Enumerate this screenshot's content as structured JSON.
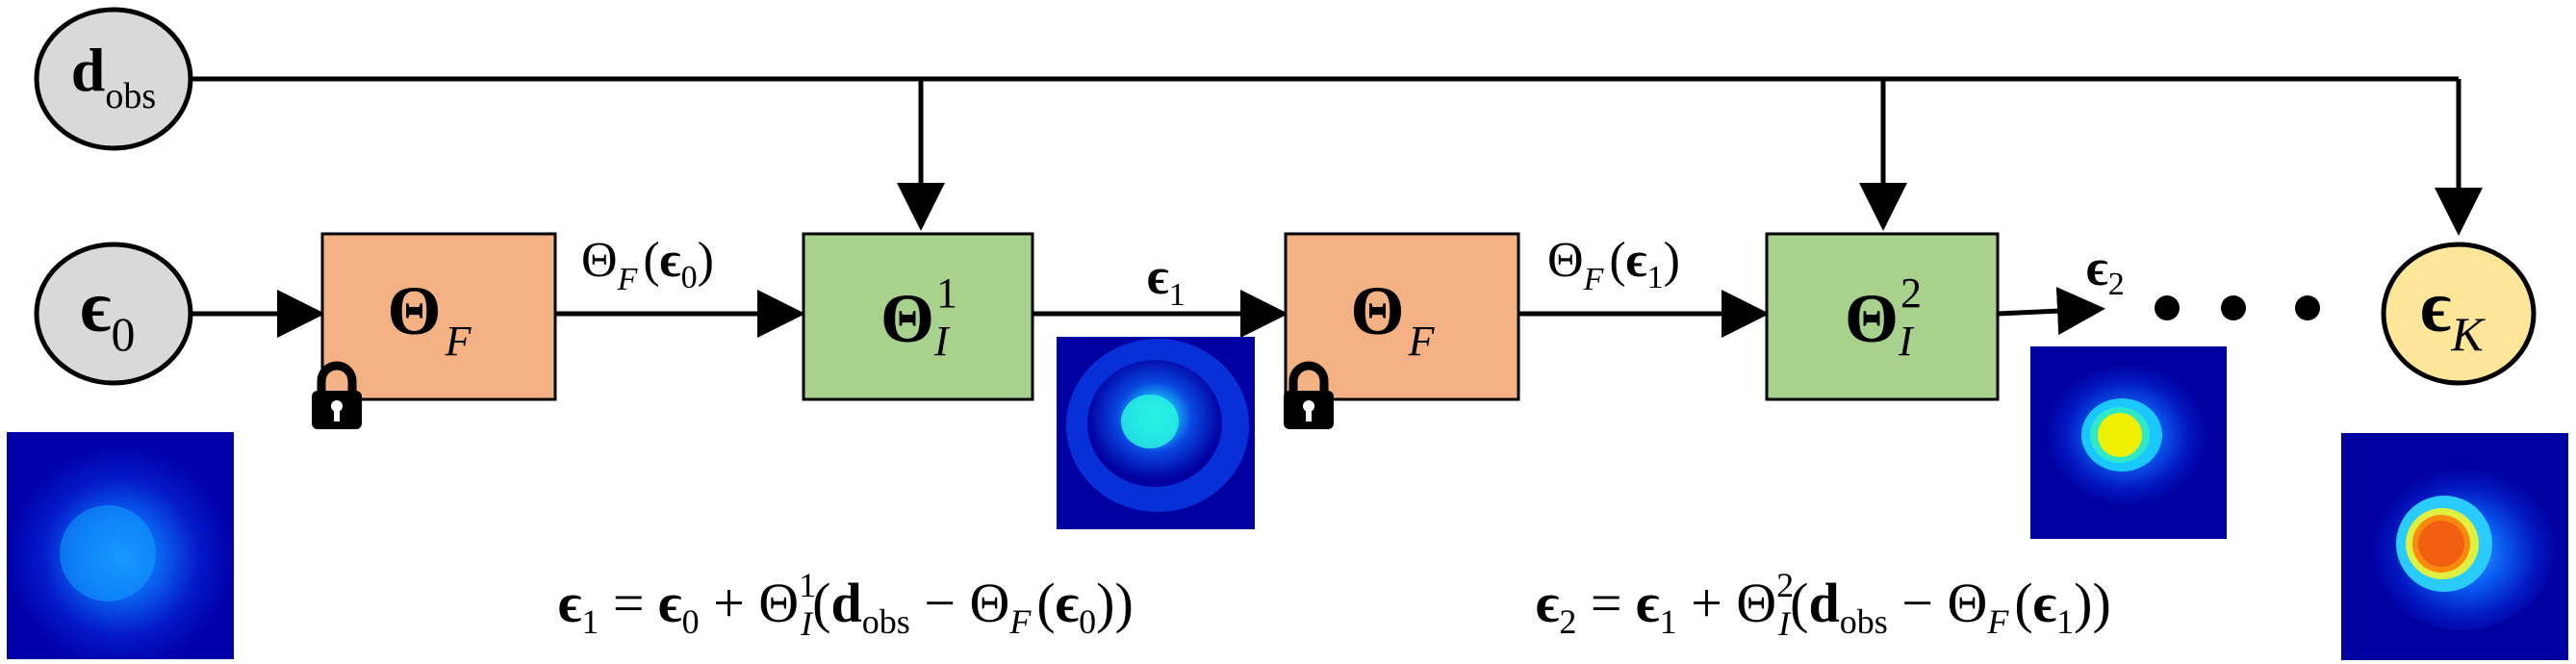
{
  "nodes": {
    "d_obs": {
      "main": "d",
      "sub": "obs"
    },
    "eps_0": {
      "main": "ϵ",
      "sub": "0"
    },
    "eps_K": {
      "main": "ϵ",
      "sub": "K"
    }
  },
  "blocks": {
    "forward_1": {
      "main": "Θ",
      "sub": "F"
    },
    "inverse_1": {
      "main": "Θ",
      "sub": "I",
      "sup": "1"
    },
    "forward_2": {
      "main": "Θ",
      "sub": "F"
    },
    "inverse_2": {
      "main": "Θ",
      "sub": "I",
      "sup": "2"
    }
  },
  "edge_labels": {
    "theta_f_eps0": {
      "theta": "Θ",
      "sub": "F",
      "open": "(",
      "eps": "ϵ",
      "eps_sub": "0",
      "close": ")"
    },
    "eps1": {
      "eps": "ϵ",
      "eps_sub": "1"
    },
    "theta_f_eps1": {
      "theta": "Θ",
      "sub": "F",
      "open": "(",
      "eps": "ϵ",
      "eps_sub": "1",
      "close": ")"
    },
    "eps2": {
      "eps": "ϵ",
      "eps_sub": "2"
    }
  },
  "equations": {
    "eq1": {
      "lhs": "ϵ",
      "lhs_sub": "1",
      "eq": " = ",
      "a": "ϵ",
      "a_sub": "0",
      "plus": " + ",
      "theta": "Θ",
      "theta_sup": "1",
      "theta_sub": "I",
      "open": "(",
      "d": "d",
      "d_sub": "obs",
      "minus": " − ",
      "theta2": "Θ",
      "theta2_sub": "F",
      "open2": "(",
      "b": "ϵ",
      "b_sub": "0",
      "close": "))"
    },
    "eq2": {
      "lhs": "ϵ",
      "lhs_sub": "2",
      "eq": " = ",
      "a": "ϵ",
      "a_sub": "1",
      "plus": " + ",
      "theta": "Θ",
      "theta_sup": "2",
      "theta_sub": "I",
      "open": "(",
      "d": "d",
      "d_sub": "obs",
      "minus": " − ",
      "theta2": "Θ",
      "theta2_sub": "F",
      "open2": "(",
      "b": "ϵ",
      "b_sub": "1",
      "close": "))"
    }
  },
  "colors": {
    "forward_fill": "#F4B183",
    "inverse_fill": "#A9D18E",
    "node_fill": "#D9D9D9",
    "final_fill": "#FFE699",
    "map_bg": "#0000A0",
    "lock": "#000000"
  },
  "icons": [
    "lock-icon",
    "lock-icon"
  ]
}
